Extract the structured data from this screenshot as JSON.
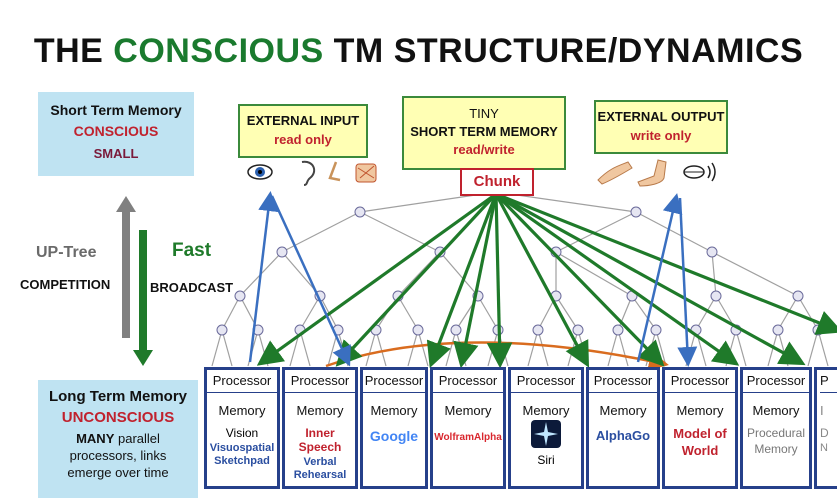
{
  "title": {
    "part1": "THE ",
    "part2": "CONSCIOUS",
    "part3": " TM STRUCTURE/DYNAMICS"
  },
  "stm_panel": {
    "line1": "Short Term Memory",
    "line2": "CONSCIOUS",
    "line3": "SMALL"
  },
  "ltm_panel": {
    "line1": "Long Term Memory",
    "line2": "UNCONSCIOUS",
    "line3_bold": "MANY",
    "line3_rest": " parallel",
    "line4": "processors, links",
    "line5": "emerge over time"
  },
  "side_labels": {
    "up_tree": "UP-Tree",
    "competition": "COMPETITION",
    "fast": "Fast",
    "broadcast": "BROADCAST"
  },
  "external_input": {
    "line1": "EXTERNAL INPUT",
    "line2": "read only",
    "icons": [
      "eye-icon",
      "ear-icon",
      "nose-icon",
      "skin-icon"
    ]
  },
  "stm_center": {
    "line1": "TINY",
    "line2": "SHORT TERM MEMORY",
    "line3": "read/write"
  },
  "external_output": {
    "line1": "EXTERNAL OUTPUT",
    "line2": "write only",
    "icons": [
      "arm-icon",
      "flexed-arm-icon",
      "mouth-icon"
    ]
  },
  "chunk": "Chunk",
  "colors": {
    "green_arrow": "#1f7a2a",
    "blue_arrow": "#3a6fc0",
    "tree_line": "#a0a0a0",
    "node": "#e6e6f2",
    "proc_border": "#26408a",
    "red": "#c0222e"
  },
  "processors": [
    {
      "header": "Processor",
      "memory": "Memory",
      "content": [
        "Vision",
        "Visuospatial",
        "Sketchpad"
      ]
    },
    {
      "header": "Processor",
      "memory": "Memory",
      "content": [
        "Inner Speech",
        "Verbal",
        "Rehearsal"
      ]
    },
    {
      "header": "Processor",
      "memory": "Memory",
      "content": [
        "Google"
      ]
    },
    {
      "header": "Processor",
      "memory": "Memory",
      "content": [
        "WolframAlpha"
      ]
    },
    {
      "header": "Processor",
      "memory": "Memory",
      "content": [
        "Siri"
      ]
    },
    {
      "header": "Processor",
      "memory": "Memory",
      "content": [
        "AlphaGo"
      ]
    },
    {
      "header": "Processor",
      "memory": "Memory",
      "content": [
        "Model of",
        "World"
      ]
    },
    {
      "header": "Processor",
      "memory": "Memory",
      "content": [
        "Procedural",
        "Memory"
      ]
    },
    {
      "header": "P",
      "memory": "I",
      "content": [
        "D",
        "N"
      ]
    }
  ]
}
